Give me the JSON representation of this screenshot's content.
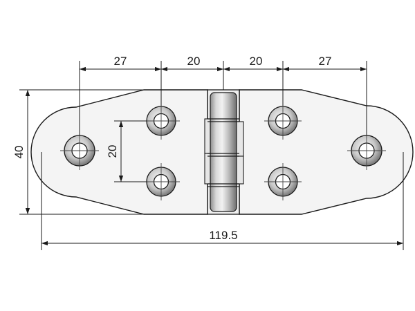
{
  "dimensions": {
    "top_left_outer": "27",
    "top_left_inner": "20",
    "top_right_inner": "20",
    "top_right_outer": "27",
    "left_height": "40",
    "inner_vertical": "20",
    "overall_length": "119.5"
  },
  "colors": {
    "line": "#1a1a1a",
    "plate_fill": "#f4f4f4",
    "background": "#ffffff"
  }
}
